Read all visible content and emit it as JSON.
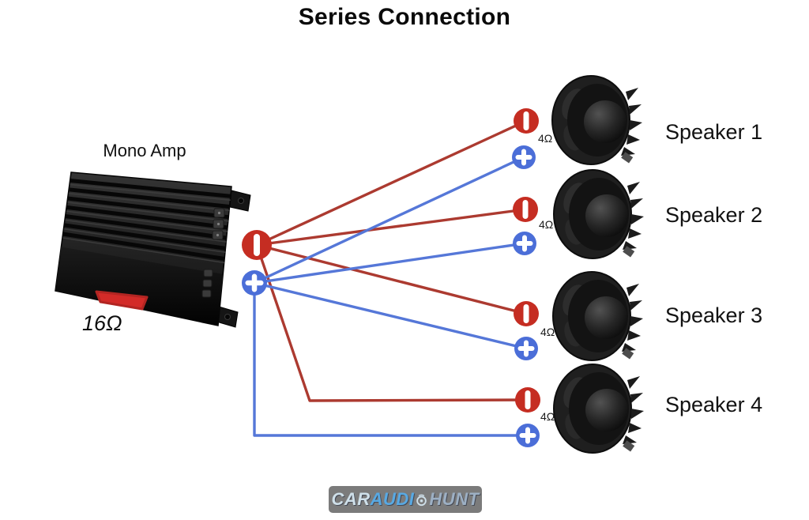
{
  "title": "Series Connection",
  "amp": {
    "label": "Mono Amp",
    "impedance": "16Ω",
    "negative_terminal_icon": "minus-terminal-icon",
    "positive_terminal_icon": "plus-terminal-icon"
  },
  "speakers": [
    {
      "label": "Speaker 1",
      "impedance": "4Ω"
    },
    {
      "label": "Speaker 2",
      "impedance": "4Ω"
    },
    {
      "label": "Speaker 3",
      "impedance": "4Ω"
    },
    {
      "label": "Speaker 4",
      "impedance": "4Ω"
    }
  ],
  "connections": [
    {
      "from": "amp-negative",
      "to": "speaker-1-negative",
      "wire": "red"
    },
    {
      "from": "amp-negative",
      "to": "speaker-2-negative",
      "wire": "red"
    },
    {
      "from": "amp-negative",
      "to": "speaker-3-negative",
      "wire": "red"
    },
    {
      "from": "amp-negative",
      "to": "speaker-4-negative",
      "wire": "red"
    },
    {
      "from": "amp-positive",
      "to": "speaker-1-positive",
      "wire": "blue"
    },
    {
      "from": "amp-positive",
      "to": "speaker-2-positive",
      "wire": "blue"
    },
    {
      "from": "amp-positive",
      "to": "speaker-3-positive",
      "wire": "blue"
    },
    {
      "from": "amp-positive",
      "to": "speaker-4-positive",
      "wire": "blue"
    }
  ],
  "watermark": {
    "part1": "CAR",
    "part2": "AUDI",
    "icon": "speaker-icon",
    "part3": "HUNT"
  },
  "colors": {
    "wire_red": "#ac3a30",
    "wire_blue": "#5577d8",
    "terminal_red": "#c52d22",
    "terminal_blue": "#4b6ed8",
    "amp_accent_red": "#d32b28",
    "watermark_bg": "#7b7b7b"
  }
}
